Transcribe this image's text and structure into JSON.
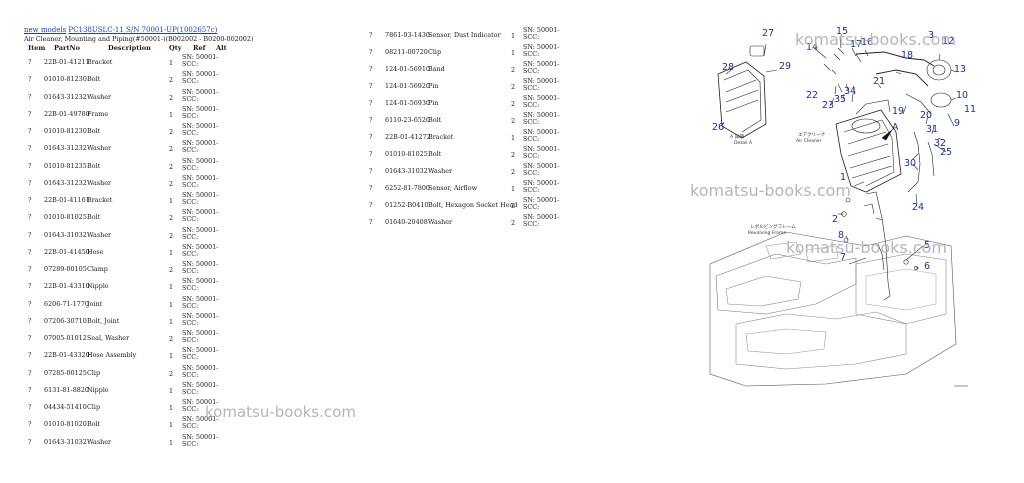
{
  "breadcrumb": {
    "link_models": "new models",
    "link_machine": "PC138USLC-11 S/N 70001-UP(1002657c)"
  },
  "page_subtitle": "Air Cleaner, Mounting and Piping(#50001-)(B002002 - B0200-002002)",
  "table_headers": {
    "item": "Item",
    "part": "PartNo",
    "desc": "Description",
    "qty": "Qty",
    "ref": "Ref",
    "alt": "Alt"
  },
  "parts_left": [
    {
      "item": "?",
      "part": "22B-01-41211",
      "desc": "Bracket",
      "qty": "1",
      "sn": "SN: 50001-SCC:"
    },
    {
      "item": "?",
      "part": "01010-81230",
      "desc": "Bolt",
      "qty": "2",
      "sn": "SN: 50001-SCC:"
    },
    {
      "item": "?",
      "part": "01643-31232",
      "desc": "Washer",
      "qty": "2",
      "sn": "SN: 50001-SCC:"
    },
    {
      "item": "?",
      "part": "22B-01-49780",
      "desc": "Frame",
      "qty": "1",
      "sn": "SN: 50001-SCC:"
    },
    {
      "item": "?",
      "part": "01010-81230",
      "desc": "Bolt",
      "qty": "2",
      "sn": "SN: 50001-SCC:"
    },
    {
      "item": "?",
      "part": "01643-31232",
      "desc": "Washer",
      "qty": "2",
      "sn": "SN: 50001-SCC:"
    },
    {
      "item": "?",
      "part": "01010-81235",
      "desc": "Bolt",
      "qty": "2",
      "sn": "SN: 50001-SCC:"
    },
    {
      "item": "?",
      "part": "01643-31232",
      "desc": "Washer",
      "qty": "2",
      "sn": "SN: 50001-SCC:"
    },
    {
      "item": "?",
      "part": "22B-01-41161",
      "desc": "Bracket",
      "qty": "1",
      "sn": "SN: 50001-SCC:"
    },
    {
      "item": "?",
      "part": "01010-81025",
      "desc": "Bolt",
      "qty": "2",
      "sn": "SN: 50001-SCC:"
    },
    {
      "item": "?",
      "part": "01643-31032",
      "desc": "Washer",
      "qty": "2",
      "sn": "SN: 50001-SCC:"
    },
    {
      "item": "?",
      "part": "22B-01-41450",
      "desc": "Hose",
      "qty": "1",
      "sn": "SN: 50001-SCC:"
    },
    {
      "item": "?",
      "part": "07289-00105",
      "desc": "Clamp",
      "qty": "2",
      "sn": "SN: 50001-SCC:"
    },
    {
      "item": "?",
      "part": "22B-01-43310",
      "desc": "Nipple",
      "qty": "1",
      "sn": "SN: 50001-SCC:"
    },
    {
      "item": "?",
      "part": "6206-71-1770",
      "desc": "Joint",
      "qty": "1",
      "sn": "SN: 50001-SCC:"
    },
    {
      "item": "?",
      "part": "07206-30710",
      "desc": "Bolt, Joint",
      "qty": "1",
      "sn": "SN: 50001-SCC:"
    },
    {
      "item": "?",
      "part": "07005-01012",
      "desc": "Seal, Washer",
      "qty": "2",
      "sn": "SN: 50001-SCC:"
    },
    {
      "item": "?",
      "part": "22B-01-43320",
      "desc": "Hose Assembly",
      "qty": "1",
      "sn": "SN: 50001-SCC:"
    },
    {
      "item": "?",
      "part": "07285-00125",
      "desc": "Clip",
      "qty": "2",
      "sn": "SN: 50001-SCC:"
    },
    {
      "item": "?",
      "part": "6131-81-8820",
      "desc": "Nipple",
      "qty": "1",
      "sn": "SN: 50001-SCC:"
    },
    {
      "item": "?",
      "part": "04434-51410",
      "desc": "Clip",
      "qty": "1",
      "sn": "SN: 50001-SCC:"
    },
    {
      "item": "?",
      "part": "01010-81020",
      "desc": "Bolt",
      "qty": "1",
      "sn": "SN: 50001-SCC:"
    },
    {
      "item": "?",
      "part": "01643-31032",
      "desc": "Washer",
      "qty": "1",
      "sn": "SN: 50001-SCC:"
    }
  ],
  "parts_right": [
    {
      "item": "?",
      "part": "7861-93-1430",
      "desc": "Sensor, Dust Indicator",
      "qty": "1",
      "sn": "SN: 50001-SCC:"
    },
    {
      "item": "?",
      "part": "08211-00720",
      "desc": "Clip",
      "qty": "1",
      "sn": "SN: 50001-SCC:"
    },
    {
      "item": "?",
      "part": "124-01-56910",
      "desc": "Band",
      "qty": "2",
      "sn": "SN: 50001-SCC:"
    },
    {
      "item": "?",
      "part": "124-01-56920",
      "desc": "Pin",
      "qty": "2",
      "sn": "SN: 50001-SCC:"
    },
    {
      "item": "?",
      "part": "124-01-56930",
      "desc": "Pin",
      "qty": "2",
      "sn": "SN: 50001-SCC:"
    },
    {
      "item": "?",
      "part": "6110-23-6520",
      "desc": "Bolt",
      "qty": "2",
      "sn": "SN: 50001-SCC:"
    },
    {
      "item": "?",
      "part": "22B-01-41272",
      "desc": "Bracket",
      "qty": "1",
      "sn": "SN: 50001-SCC:"
    },
    {
      "item": "?",
      "part": "01010-81025",
      "desc": "Bolt",
      "qty": "2",
      "sn": "SN: 50001-SCC:"
    },
    {
      "item": "?",
      "part": "01643-31032",
      "desc": "Washer",
      "qty": "2",
      "sn": "SN: 50001-SCC:"
    },
    {
      "item": "?",
      "part": "6252-81-7800",
      "desc": "Sensor, Airflow",
      "qty": "1",
      "sn": "SN: 50001-SCC:"
    },
    {
      "item": "?",
      "part": "01252-B0410",
      "desc": "Bolt, Hexagon Socket Head",
      "qty": "2",
      "sn": "SN: 50001-SCC:"
    },
    {
      "item": "?",
      "part": "01640-20408",
      "desc": "Washer",
      "qty": "2",
      "sn": "SN: 50001-SCC:"
    }
  ],
  "watermarks": [
    "komatsu-books.com",
    "komatsu-books.com",
    "komatsu-books.com",
    "komatsu-books.com"
  ],
  "diagram": {
    "callouts": [
      "27",
      "15",
      "17",
      "16",
      "3",
      "12",
      "28",
      "14",
      "29",
      "18",
      "13",
      "22",
      "21",
      "10",
      "23",
      "35",
      "34",
      "19",
      "20",
      "9",
      "11",
      "26",
      "A",
      "31",
      "32",
      "25",
      "1",
      "30",
      "24",
      "2",
      "8",
      "5",
      "7",
      "6"
    ],
    "detail_label_jp": "A 詳細",
    "detail_label": "Detail A",
    "cleaner_label_jp": "エアクリーナ",
    "cleaner_label": "Air Cleaner",
    "frame_label_jp": "レボルビングフレーム",
    "frame_label": "Revolving Frame"
  }
}
